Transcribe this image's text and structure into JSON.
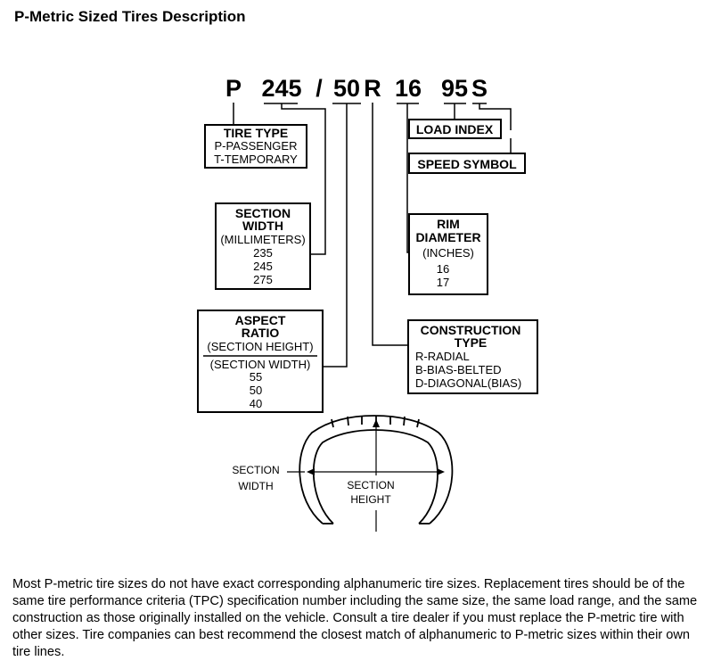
{
  "page": {
    "title": "P-Metric Sized Tires Description",
    "description": "Most P-metric tire sizes do not have exact corresponding alphanumeric tire sizes. Replacement tires should be of the same tire performance criteria (TPC) specification number including the same size, the same load range, and the same construction as those originally installed on the vehicle. Consult a tire dealer if you must replace the P-metric tire with other sizes. Tire companies can best recommend the closest match of alphanumeric to P-metric sizes within their own tire lines."
  },
  "code": {
    "prefix": "P",
    "width": "245",
    "slash": "/",
    "ratio": "50",
    "construction": "R",
    "rim": "16",
    "load": "95",
    "speed": "S"
  },
  "boxes": {
    "tire_type": {
      "heading": "TIRE TYPE",
      "lines": [
        "P-PASSENGER",
        "T-TEMPORARY"
      ]
    },
    "section_width": {
      "heading": [
        "SECTION",
        "WIDTH"
      ],
      "unit": "(MILLIMETERS)",
      "values": [
        "235",
        "245",
        "275"
      ]
    },
    "aspect_ratio": {
      "heading": [
        "ASPECT",
        "RATIO"
      ],
      "numerator": "(SECTION HEIGHT)",
      "denominator": "(SECTION WIDTH)",
      "values": [
        "55",
        "50",
        "40"
      ]
    },
    "load_index": {
      "label": "LOAD INDEX"
    },
    "speed_symbol": {
      "label": "SPEED SYMBOL"
    },
    "rim_diameter": {
      "heading": [
        "RIM",
        "DIAMETER"
      ],
      "unit": "(INCHES)",
      "values": [
        "16",
        "17"
      ]
    },
    "construction_type": {
      "heading": [
        "CONSTRUCTION",
        "TYPE"
      ],
      "lines": [
        "R-RADIAL",
        "B-BIAS-BELTED",
        "D-DIAGONAL(BIAS)"
      ]
    }
  },
  "tire": {
    "width_label": [
      "SECTION",
      "WIDTH"
    ],
    "height_label": [
      "SECTION",
      "HEIGHT"
    ]
  }
}
